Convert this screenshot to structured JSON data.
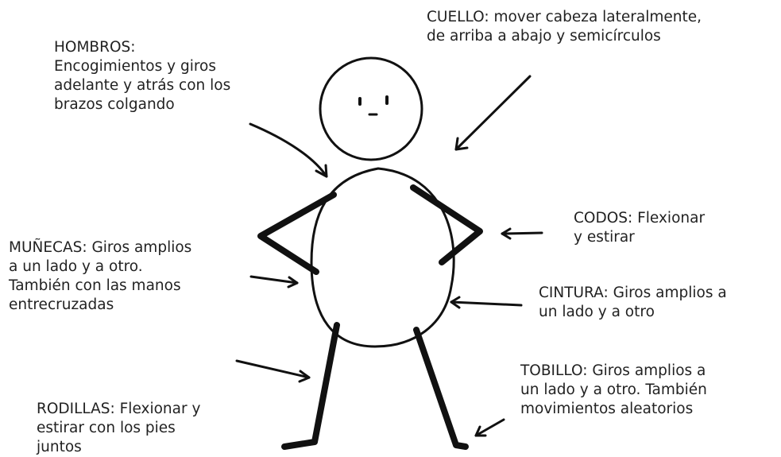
{
  "labels": {
    "cuello": [
      "CUELLO: mover cabeza lateralmente,",
      "de arriba a abajo y semicírculos"
    ],
    "hombros": [
      "HOMBROS:",
      "Encogimientos y giros",
      "adelante y atrás con los",
      "brazos colgando"
    ],
    "codos": [
      "CODOS: Flexionar",
      "y estirar"
    ],
    "munecas": [
      "MUÑECAS: Giros amplios",
      "a un lado y a otro.",
      "También con las manos",
      "entrecruzadas"
    ],
    "cintura": [
      "CINTURA: Giros amplios a",
      "un lado y a otro"
    ],
    "tobillo": [
      "TOBILLO: Giros amplios a",
      "un lado y a otro. También",
      "movimientos aleatorios"
    ],
    "rodillas": [
      "RODILLAS: Flexionar y",
      "estirar con los pies",
      "juntos"
    ]
  },
  "colors": {
    "ink": "#111111",
    "text": "#222222",
    "background": "#ffffff"
  }
}
